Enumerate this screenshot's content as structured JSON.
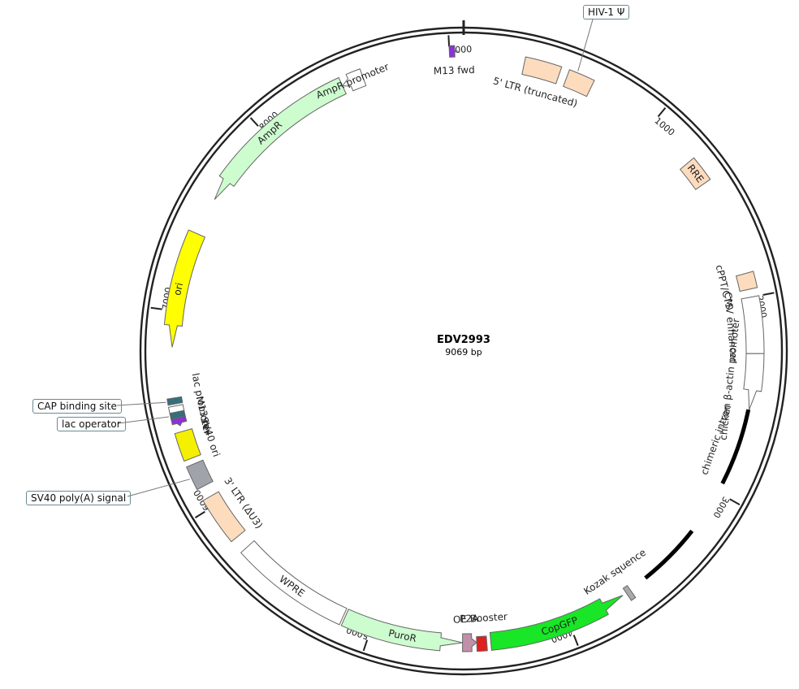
{
  "map": {
    "name": "EDV2993",
    "length_label": "9069 bp",
    "length": 9069,
    "tick_labels": [
      "1000",
      "2000",
      "3000",
      "4000",
      "5000",
      "6000",
      "7000",
      "8000",
      "9000"
    ]
  },
  "features": [
    {
      "id": "m13fwd",
      "label": "M13 fwd",
      "start": 9000,
      "end": 9040,
      "type": "arrow",
      "dir": 1,
      "color": "#8b32d6",
      "ring": "inner-small"
    },
    {
      "id": "ltr5",
      "label": "5' LTR (truncated)",
      "start": 300,
      "end": 480,
      "type": "box",
      "color": "#fddcbe"
    },
    {
      "id": "ltr5b",
      "label": "",
      "start": 520,
      "end": 650,
      "type": "box",
      "color": "#fddcbe"
    },
    {
      "id": "rre",
      "label": "RRE",
      "start": 1260,
      "end": 1390,
      "type": "box",
      "color": "#fddcbe"
    },
    {
      "id": "cppt",
      "label": "cPPT/CTS",
      "start": 1880,
      "end": 1960,
      "type": "box",
      "color": "#fddcbe"
    },
    {
      "id": "cmv",
      "label": "CMV enhancer",
      "start": 2000,
      "end": 2280,
      "type": "box",
      "color": "#ffffff"
    },
    {
      "id": "cba",
      "label": "chicken β-actin promoter",
      "start": 2280,
      "end": 2560,
      "type": "arrow",
      "dir": 1,
      "color": "#ffffff"
    },
    {
      "id": "intron",
      "label": "chimeric intron",
      "start": 2560,
      "end": 2950,
      "type": "line",
      "color": "#000000"
    },
    {
      "id": "intron2",
      "label": "",
      "start": 3230,
      "end": 3560,
      "type": "line",
      "color": "#000000"
    },
    {
      "id": "kozak",
      "label": "Kozak squence",
      "start": 3655,
      "end": 3680,
      "type": "box",
      "color": "#aaaaaa"
    },
    {
      "id": "copgfp",
      "label": "CopGFP",
      "start": 3700,
      "end": 4400,
      "type": "arrow",
      "dir": -1,
      "color": "#18e626"
    },
    {
      "id": "oebooster",
      "label": "OE Booster",
      "start": 4420,
      "end": 4470,
      "type": "box",
      "color": "#e02020"
    },
    {
      "id": "p2a",
      "label": "P2A",
      "start": 4470,
      "end": 4540,
      "type": "arrow",
      "dir": -1,
      "color": "#c090a8"
    },
    {
      "id": "puror",
      "label": "PuroR",
      "start": 4540,
      "end": 5140,
      "type": "arrow",
      "dir": -1,
      "color": "#cdfccf"
    },
    {
      "id": "wpre",
      "label": "WPRE",
      "start": 5150,
      "end": 5740,
      "type": "box",
      "color": "#ffffff"
    },
    {
      "id": "ltr3",
      "label": "3' LTR (ΔU3)",
      "start": 5810,
      "end": 6050,
      "type": "box",
      "color": "#fddcbe"
    },
    {
      "id": "sv40pa",
      "label": "",
      "start": 6110,
      "end": 6230,
      "type": "box",
      "color": "#a0a4aa"
    },
    {
      "id": "sv40ori",
      "label": "SV40 ori",
      "start": 6260,
      "end": 6400,
      "type": "box",
      "color": "#f5f000"
    },
    {
      "id": "m13rev",
      "label": "M13 rev",
      "start": 6430,
      "end": 6470,
      "type": "arrow",
      "dir": -1,
      "color": "#8b32d6"
    },
    {
      "id": "lacop",
      "label": "",
      "start": 6470,
      "end": 6500,
      "type": "box",
      "color": "#356e7c"
    },
    {
      "id": "lacprom",
      "label": "lac promoter",
      "start": 6500,
      "end": 6530,
      "type": "box",
      "color": "#ffffff"
    },
    {
      "id": "cap",
      "label": "",
      "start": 6540,
      "end": 6570,
      "type": "box",
      "color": "#356e7c"
    },
    {
      "id": "ori",
      "label": "ori",
      "start": 6820,
      "end": 7400,
      "type": "arrow",
      "dir": -1,
      "color": "#ffff00"
    },
    {
      "id": "ampr",
      "label": "AmpR",
      "start": 7590,
      "end": 8450,
      "type": "arrow",
      "dir": -1,
      "color": "#cdfccf"
    },
    {
      "id": "amprprom",
      "label": "AmpR promoter",
      "start": 8450,
      "end": 8560,
      "type": "arrow",
      "dir": -1,
      "color": "#ffffff"
    }
  ],
  "callouts": [
    {
      "id": "hiv",
      "label": "HIV-1 Ψ",
      "color": "#fddcbe"
    },
    {
      "id": "cap",
      "label": "CAP binding site",
      "color": "#a9d2de"
    },
    {
      "id": "lacop",
      "label": "lac operator",
      "color": "#a9d2de"
    },
    {
      "id": "sv40pa",
      "label": "SV40 poly(A) signal",
      "color": "#c8c8c8"
    }
  ]
}
